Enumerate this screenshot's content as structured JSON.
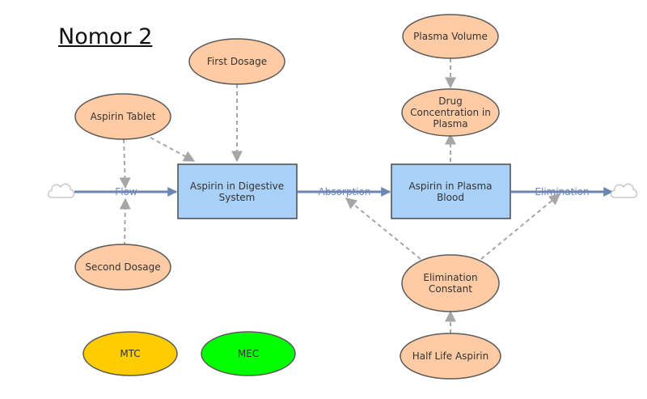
{
  "title": "Nomor 2",
  "colors": {
    "variable_fill": "#ffcba4",
    "variable_stroke": "#5a5a5a",
    "stock_fill": "#a9d1f7",
    "stock_stroke": "#4a4a4a",
    "flow": "#6c86b5",
    "connector": "#a6a6a6",
    "mtc_fill": "#ffcc00",
    "mec_fill": "#00ff00"
  },
  "stocks": {
    "digestive": [
      "Aspirin in Digestive",
      "System"
    ],
    "plasma": [
      "Aspirin in Plasma",
      "Blood"
    ]
  },
  "flows": {
    "inflow": "Flow",
    "absorption": "Absorption",
    "elimination": "Elimination"
  },
  "variables": {
    "first_dosage": [
      "First Dosage"
    ],
    "aspirin_tablet": [
      "Aspirin Tablet"
    ],
    "second_dosage": [
      "Second Dosage"
    ],
    "plasma_volume": [
      "Plasma Volume"
    ],
    "drug_concentration": [
      "Drug",
      "Concentration in",
      "Plasma"
    ],
    "elimination_constant": [
      "Elimination",
      "Constant"
    ],
    "half_life": [
      "Half Life Aspirin"
    ],
    "mtc": [
      "MTC"
    ],
    "mec": [
      "MEC"
    ]
  },
  "icons": {
    "source": "cloud-icon",
    "sink": "cloud-icon"
  }
}
